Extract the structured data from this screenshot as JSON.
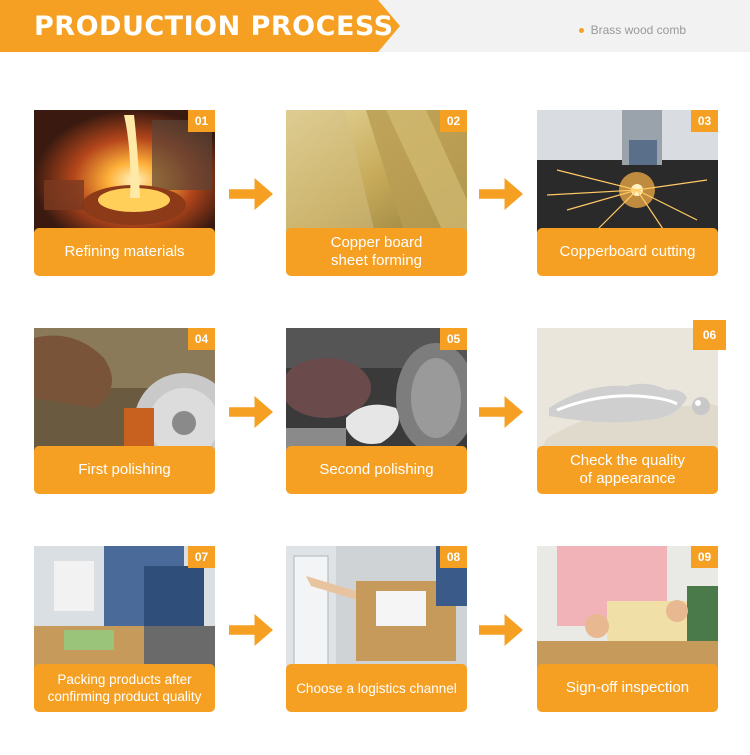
{
  "header": {
    "title": "PRODUCTION PROCESS",
    "subtitle": "Brass wood comb",
    "accent_color": "#f6a023"
  },
  "steps": [
    {
      "number": "01",
      "label_lines": [
        "Refining materials"
      ]
    },
    {
      "number": "02",
      "label_lines": [
        "Copper board",
        "sheet forming"
      ]
    },
    {
      "number": "03",
      "label_lines": [
        "Copperboard cutting"
      ]
    },
    {
      "number": "04",
      "label_lines": [
        "First polishing"
      ]
    },
    {
      "number": "05",
      "label_lines": [
        "Second polishing"
      ]
    },
    {
      "number": "06",
      "label_lines": [
        "Check the quality",
        "of appearance"
      ]
    },
    {
      "number": "07",
      "label_lines": [
        "Packing products after",
        "confirming product quality"
      ]
    },
    {
      "number": "08",
      "label_lines": [
        "Choose a logistics channel"
      ]
    },
    {
      "number": "09",
      "label_lines": [
        "Sign-off inspection"
      ]
    }
  ]
}
